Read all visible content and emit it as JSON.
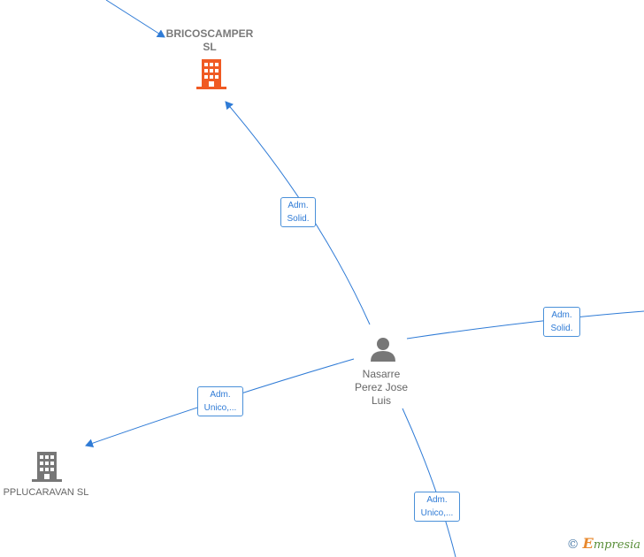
{
  "colors": {
    "edge": "#2f7bd6",
    "highlight_company": "#f05a23",
    "company": "#777777",
    "person": "#777777"
  },
  "nodes": {
    "bricoscamper": {
      "line1": "BRICOSCAMPER",
      "line2": "SL",
      "icon": "building-icon"
    },
    "pplucaravan": {
      "name": "PPLUCARAVAN SL",
      "icon": "building-icon"
    },
    "nasarre": {
      "line1": "Nasarre",
      "line2": "Perez Jose",
      "line3": "Luis",
      "icon": "person-icon"
    }
  },
  "edges": {
    "to_bricoscamper": {
      "line1": "Adm.",
      "line2": "Solid."
    },
    "to_right": {
      "line1": "Adm.",
      "line2": "Solid."
    },
    "to_pplucaravan": {
      "line1": "Adm.",
      "line2": "Unico,..."
    },
    "to_bottom": {
      "line1": "Adm.",
      "line2": "Unico,..."
    }
  },
  "brand": {
    "copyright": "©",
    "initial": "E",
    "rest": "mpresia"
  }
}
